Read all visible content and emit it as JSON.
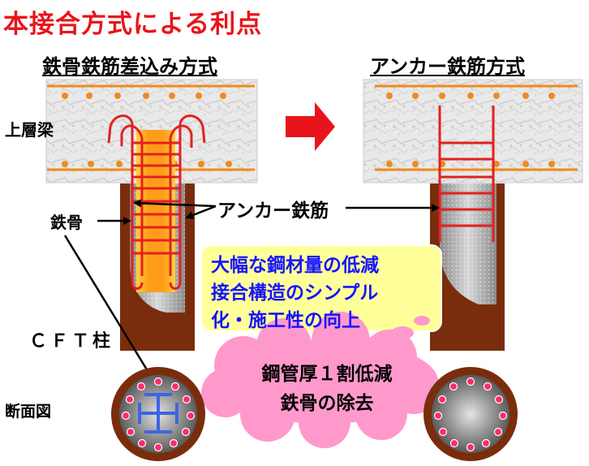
{
  "title": "本接合方式による利点",
  "left_method": "鉄骨鉄筋差込み方式",
  "right_method": "アンカー鉄筋方式",
  "labels": {
    "upper_beam": "上層梁",
    "steel": "鉄骨",
    "anchor_rebar": "アンカー鉄筋",
    "cft_column": "ＣＦＴ柱",
    "cross_section": "断面図"
  },
  "benefits": [
    "大幅な鋼材量の低減",
    "接合構造のシンプル",
    "化・施工性の向上"
  ],
  "cloud": [
    "鋼管厚１割低減",
    "鉄骨の除去"
  ],
  "colors": {
    "title": "#e8141b",
    "benefit_text": "#1414ff",
    "benefit_box": "#ffff99",
    "cloud": "#ff99cc",
    "steel_tube": "#7a2d0c",
    "rebar": "#e32020",
    "beam_bar": "#f08a1c",
    "arrow": "#e8141b",
    "steel_section": "#3c64e6"
  }
}
